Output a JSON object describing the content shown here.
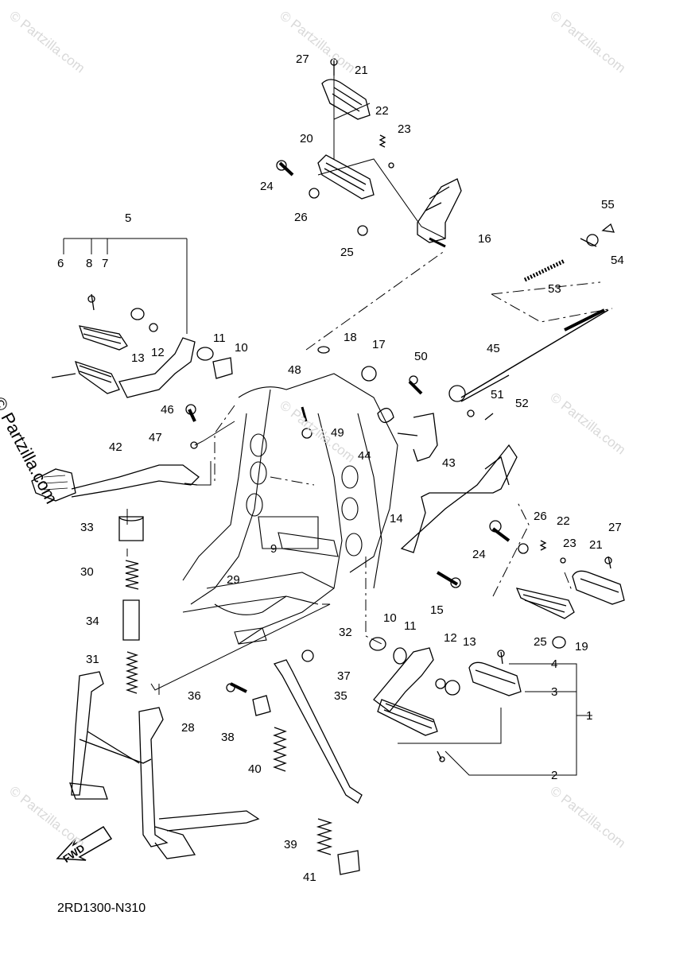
{
  "watermark": "© Partzilla.com",
  "diagram_code": "2RD1300-N310",
  "fwd_label": "FWD",
  "callouts": [
    {
      "id": "1",
      "t": "1"
    },
    {
      "id": "2",
      "t": "2"
    },
    {
      "id": "3",
      "t": "3"
    },
    {
      "id": "4",
      "t": "4"
    },
    {
      "id": "5",
      "t": "5"
    },
    {
      "id": "6",
      "t": "6"
    },
    {
      "id": "7",
      "t": "7"
    },
    {
      "id": "8",
      "t": "8"
    },
    {
      "id": "9",
      "t": "9"
    },
    {
      "id": "10a",
      "t": "10"
    },
    {
      "id": "10b",
      "t": "10"
    },
    {
      "id": "11a",
      "t": "11"
    },
    {
      "id": "11b",
      "t": "11"
    },
    {
      "id": "12a",
      "t": "12"
    },
    {
      "id": "12b",
      "t": "12"
    },
    {
      "id": "13a",
      "t": "13"
    },
    {
      "id": "13b",
      "t": "13"
    },
    {
      "id": "14",
      "t": "14"
    },
    {
      "id": "15",
      "t": "15"
    },
    {
      "id": "16",
      "t": "16"
    },
    {
      "id": "17",
      "t": "17"
    },
    {
      "id": "18",
      "t": "18"
    },
    {
      "id": "19",
      "t": "19"
    },
    {
      "id": "20",
      "t": "20"
    },
    {
      "id": "21a",
      "t": "21"
    },
    {
      "id": "21b",
      "t": "21"
    },
    {
      "id": "22a",
      "t": "22"
    },
    {
      "id": "22b",
      "t": "22"
    },
    {
      "id": "23a",
      "t": "23"
    },
    {
      "id": "23b",
      "t": "23"
    },
    {
      "id": "24a",
      "t": "24"
    },
    {
      "id": "24b",
      "t": "24"
    },
    {
      "id": "25a",
      "t": "25"
    },
    {
      "id": "25b",
      "t": "25"
    },
    {
      "id": "26a",
      "t": "26"
    },
    {
      "id": "26b",
      "t": "26"
    },
    {
      "id": "27a",
      "t": "27"
    },
    {
      "id": "27b",
      "t": "27"
    },
    {
      "id": "28",
      "t": "28"
    },
    {
      "id": "29",
      "t": "29"
    },
    {
      "id": "30",
      "t": "30"
    },
    {
      "id": "31",
      "t": "31"
    },
    {
      "id": "32",
      "t": "32"
    },
    {
      "id": "33",
      "t": "33"
    },
    {
      "id": "34",
      "t": "34"
    },
    {
      "id": "35",
      "t": "35"
    },
    {
      "id": "36",
      "t": "36"
    },
    {
      "id": "37",
      "t": "37"
    },
    {
      "id": "38",
      "t": "38"
    },
    {
      "id": "39",
      "t": "39"
    },
    {
      "id": "40",
      "t": "40"
    },
    {
      "id": "41",
      "t": "41"
    },
    {
      "id": "42",
      "t": "42"
    },
    {
      "id": "43",
      "t": "43"
    },
    {
      "id": "44",
      "t": "44"
    },
    {
      "id": "45",
      "t": "45"
    },
    {
      "id": "46",
      "t": "46"
    },
    {
      "id": "47",
      "t": "47"
    },
    {
      "id": "48",
      "t": "48"
    },
    {
      "id": "49",
      "t": "49"
    },
    {
      "id": "50",
      "t": "50"
    },
    {
      "id": "51",
      "t": "51"
    },
    {
      "id": "52",
      "t": "52"
    },
    {
      "id": "53",
      "t": "53"
    },
    {
      "id": "54",
      "t": "54"
    },
    {
      "id": "55",
      "t": "55"
    }
  ]
}
